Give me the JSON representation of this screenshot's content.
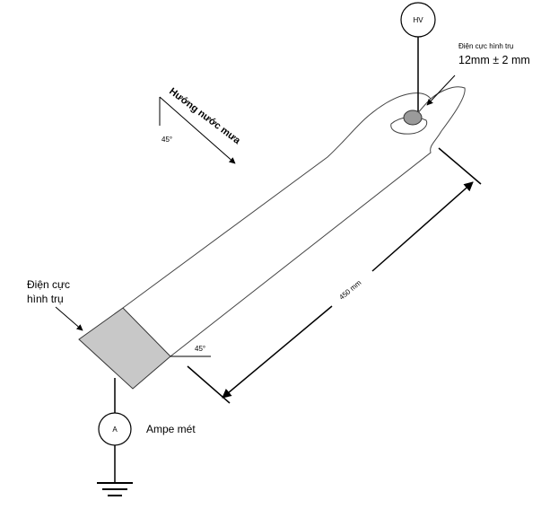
{
  "labels": {
    "hv": "HV",
    "electrode_top_line1": "Điện cực hình trụ",
    "electrode_top_line2": "12mm ± 2 mm",
    "rain_direction": "Hướng nước mưa",
    "rain_angle": "45°",
    "electrode_left_line1": "Điện cực",
    "electrode_left_line2": "hình trụ",
    "cuff_angle": "45°",
    "length": "450 mm",
    "ammeter_symbol": "A",
    "ammeter_label": "Ampe mét"
  }
}
